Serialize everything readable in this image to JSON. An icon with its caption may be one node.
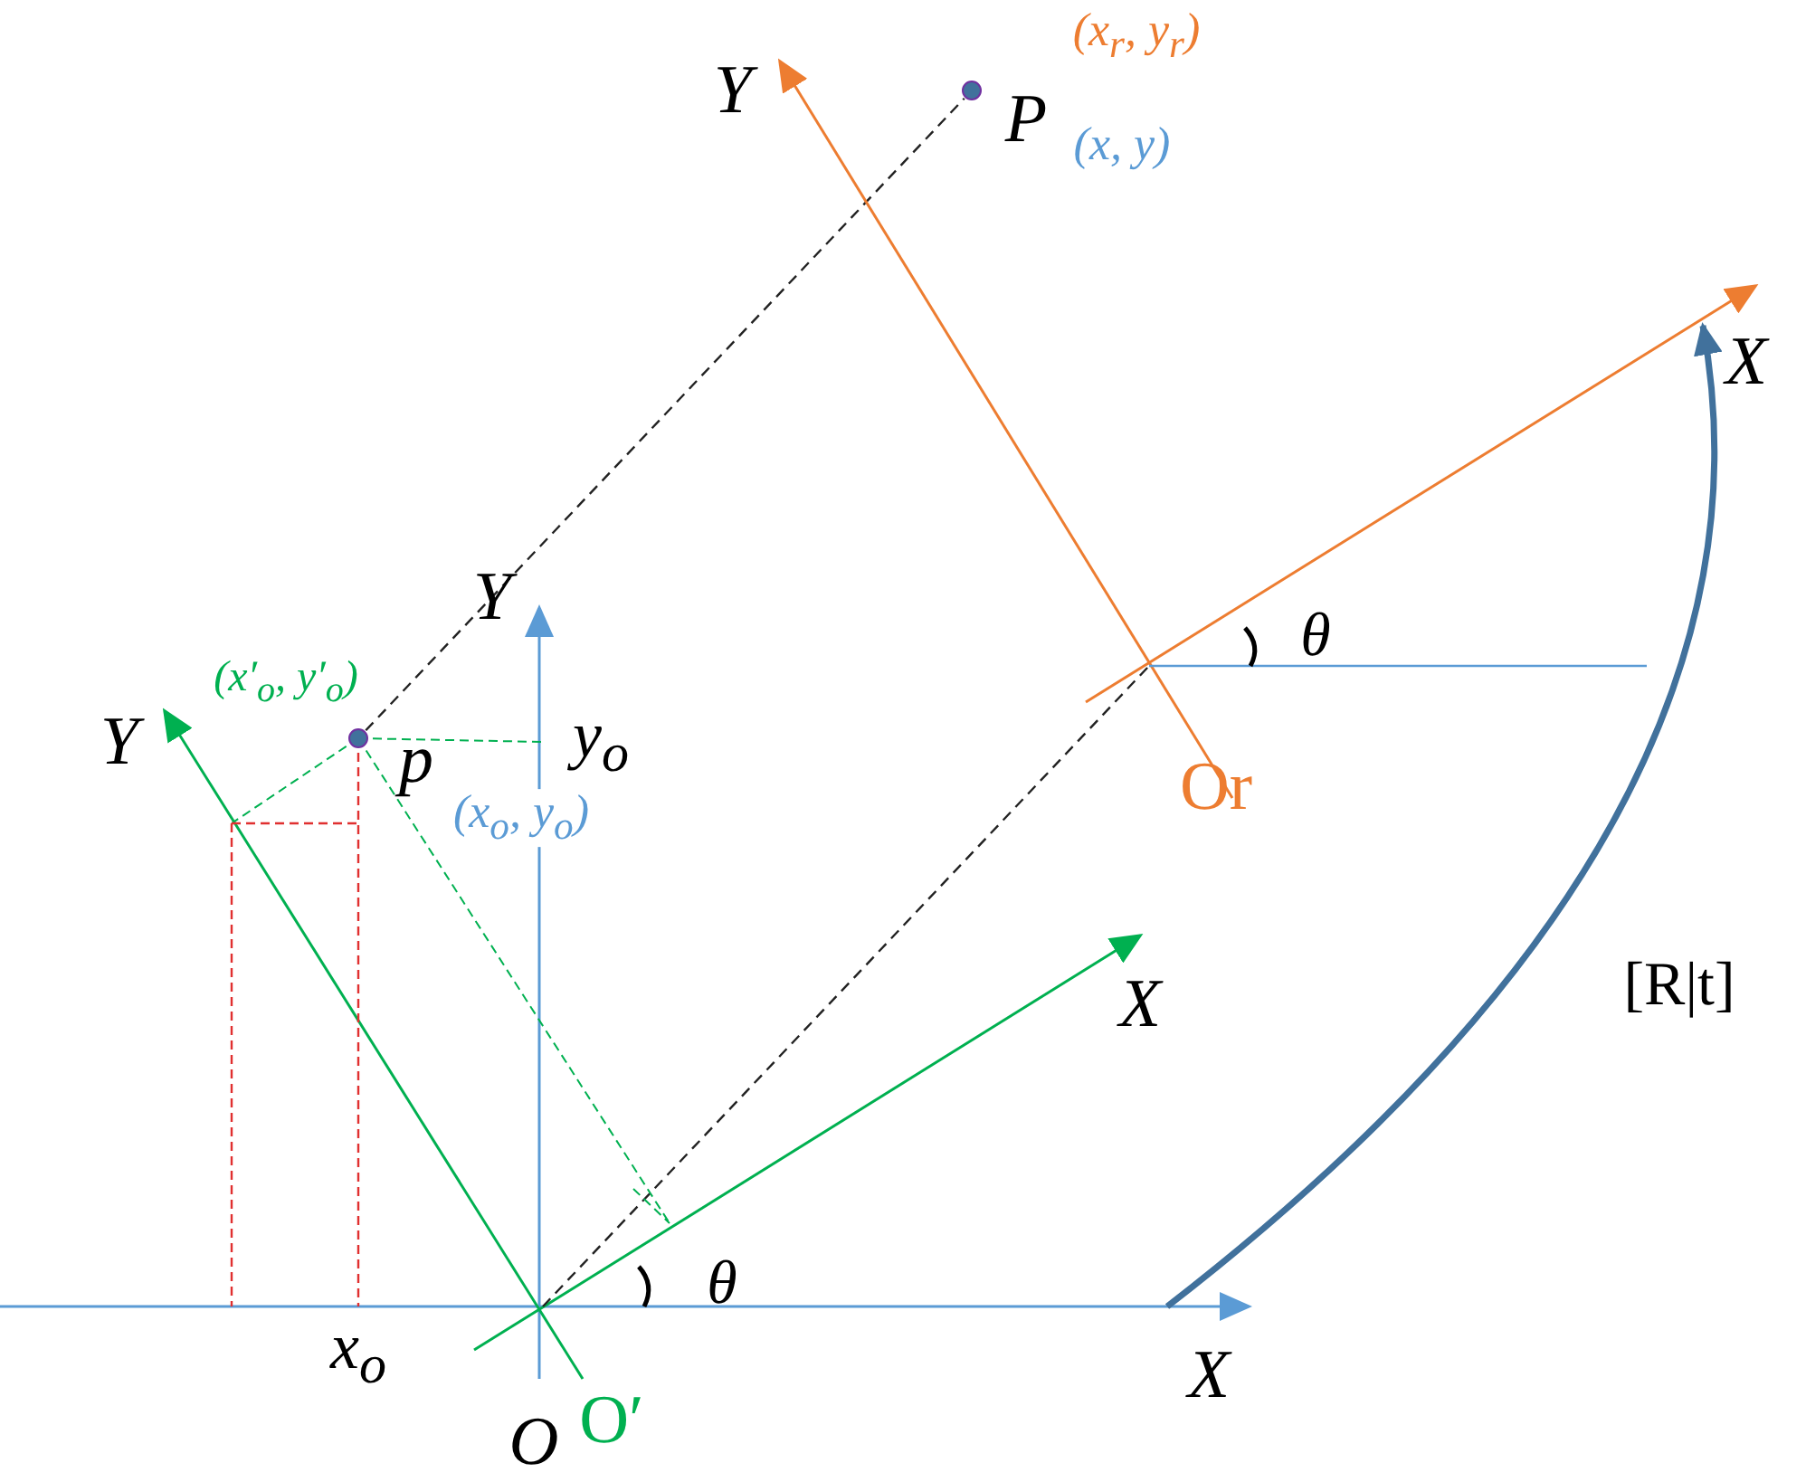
{
  "diagram": {
    "nodes": [
      {
        "text": [],
        "shape": "circle"
      },
      {
        "text": [],
        "shape": "circle"
      }
    ],
    "edges": [
      {
        "from": 0,
        "to": 1,
        "arrow": "none",
        "style": "dashed"
      }
    ],
    "labels": [
      "(x$_{r}$, y$_{r}$)",
      "Y",
      "P",
      "(x, y)",
      "X",
      "Y",
      "θ",
      "(x′$_{o}$, y′$_{o}$)",
      "Y",
      "p",
      "y$_{o}$",
      "(x$_{o}$, y$_{o}$)",
      "Or",
      "X",
      "[R|t]",
      "θ",
      "x$_{o}$",
      "X",
      "O",
      "O′"
    ]
  }
}
